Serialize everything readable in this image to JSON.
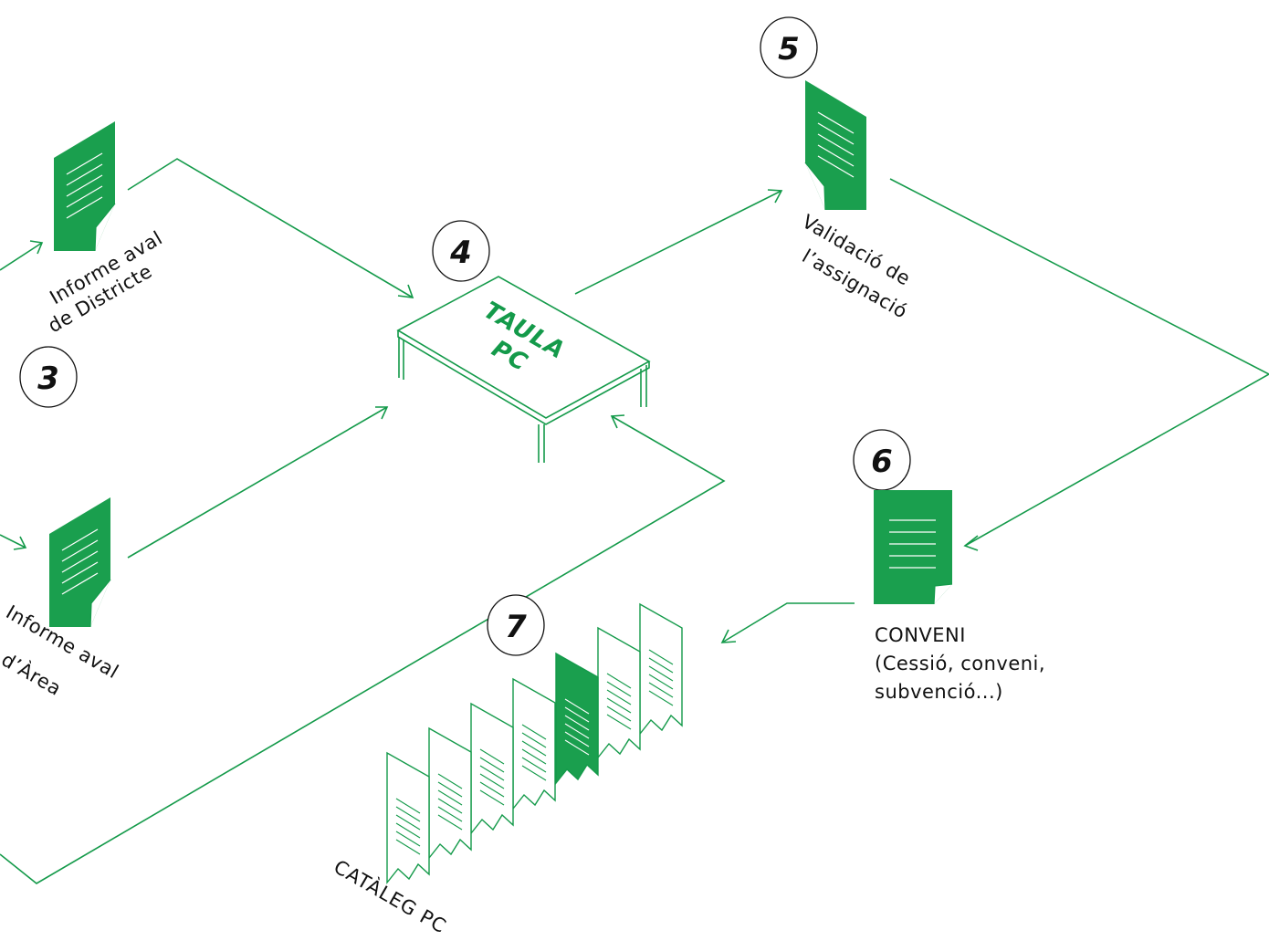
{
  "diagram": {
    "steps": {
      "s3": "3",
      "s4": "4",
      "s5": "5",
      "s6": "6",
      "s7": "7"
    },
    "informe_districte": {
      "line1": "Informe aval",
      "line2": "de Districte"
    },
    "informe_area": {
      "line1": "Informe aval",
      "line2": "d’Àrea"
    },
    "taula": {
      "line1": "TAULA",
      "line2": "PC"
    },
    "validacio": {
      "line1": "Validació de",
      "line2": "l’assignació"
    },
    "conveni": {
      "line1": "CONVENI",
      "line2": "(Cessió, conveni,",
      "line3": "subvenció...)"
    },
    "cataleg": {
      "label": "CATÀLEG PC",
      "highlighted_page": 5
    },
    "colors": {
      "accent": "#1a9f4e",
      "line": "#149a4a",
      "text": "#111111"
    }
  }
}
